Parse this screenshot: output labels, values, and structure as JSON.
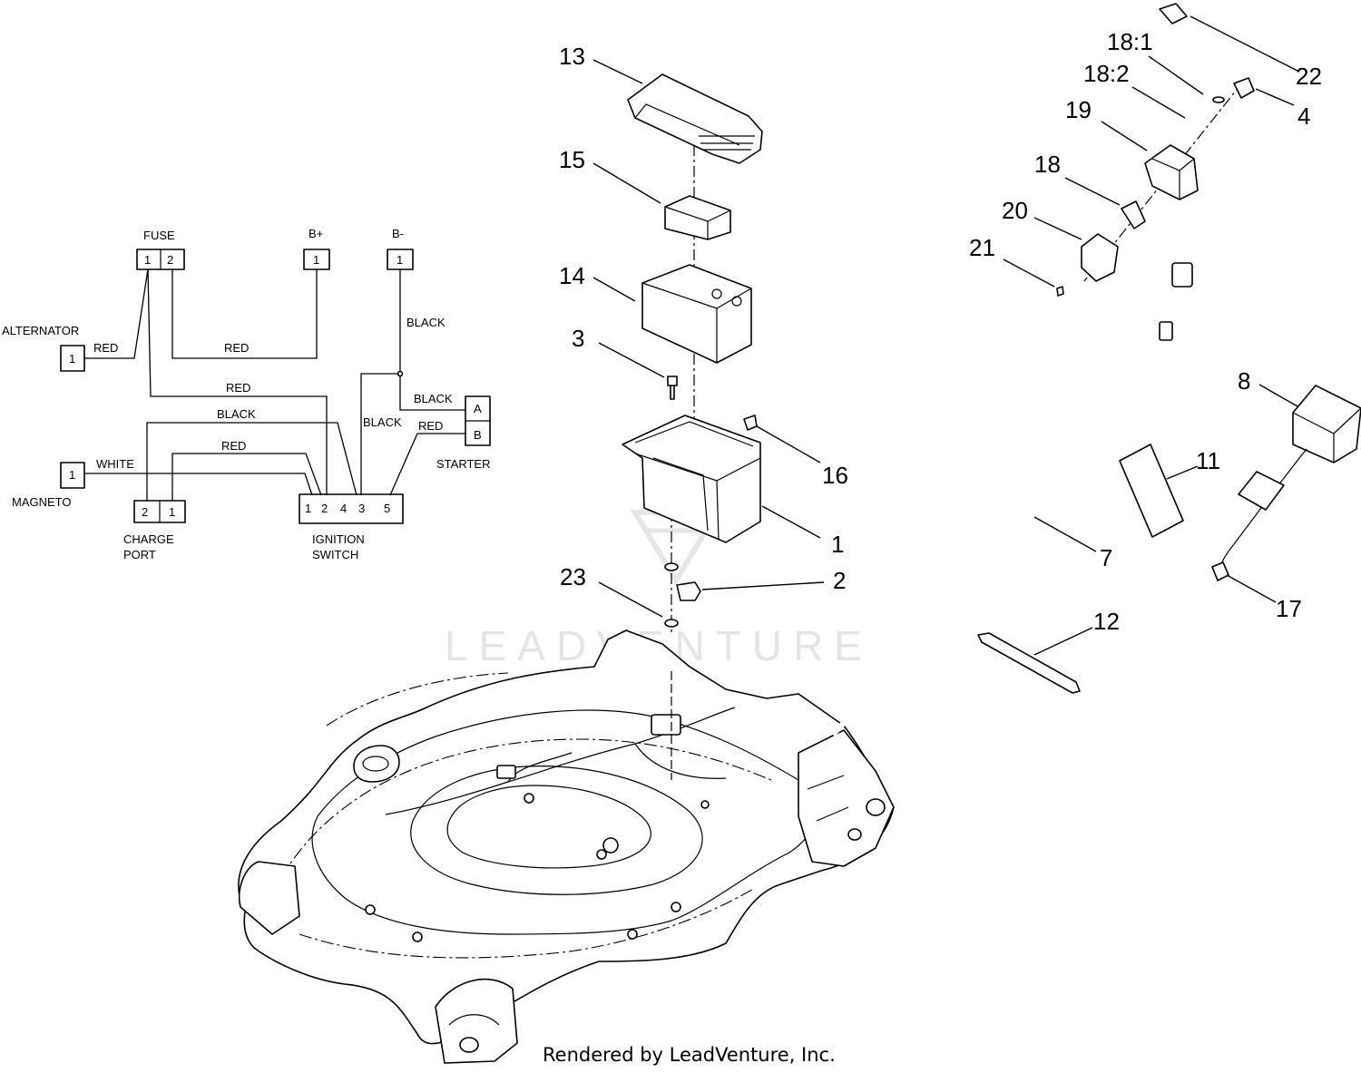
{
  "wiring": {
    "fuse": "FUSE",
    "fuse_pins": [
      "1",
      "2"
    ],
    "b_plus": "B+",
    "b_minus": "B-",
    "alternator": "ALTERNATOR",
    "magneto": "MAGNETO",
    "charge_port": [
      "CHARGE",
      "PORT"
    ],
    "charge_pins": [
      "2",
      "1"
    ],
    "ignition_switch": [
      "IGNITION",
      "SWITCH"
    ],
    "ignition_pins": [
      "1",
      "2",
      "4",
      "3",
      "5"
    ],
    "starter": "STARTER",
    "starter_pins": [
      "A",
      "B"
    ],
    "single_pin": "1",
    "wire_colors": {
      "alt_red": "RED",
      "fuse_bplus_red": "RED",
      "fuse_ign_red": "RED",
      "bminus_black": "BLACK",
      "starter_a_black": "BLACK",
      "ign_black": "BLACK",
      "starter_b_red": "RED",
      "charge_black": "BLACK",
      "charge_red": "RED",
      "magneto_white": "WHITE"
    }
  },
  "callouts": [
    "13",
    "15",
    "14",
    "3",
    "16",
    "1",
    "2",
    "23",
    "18:1",
    "18:2",
    "19",
    "18",
    "20",
    "21",
    "22",
    "4",
    "8",
    "11",
    "7",
    "17",
    "12"
  ],
  "watermark": "LEADVENTURE",
  "footer": "Rendered by LeadVenture, Inc."
}
